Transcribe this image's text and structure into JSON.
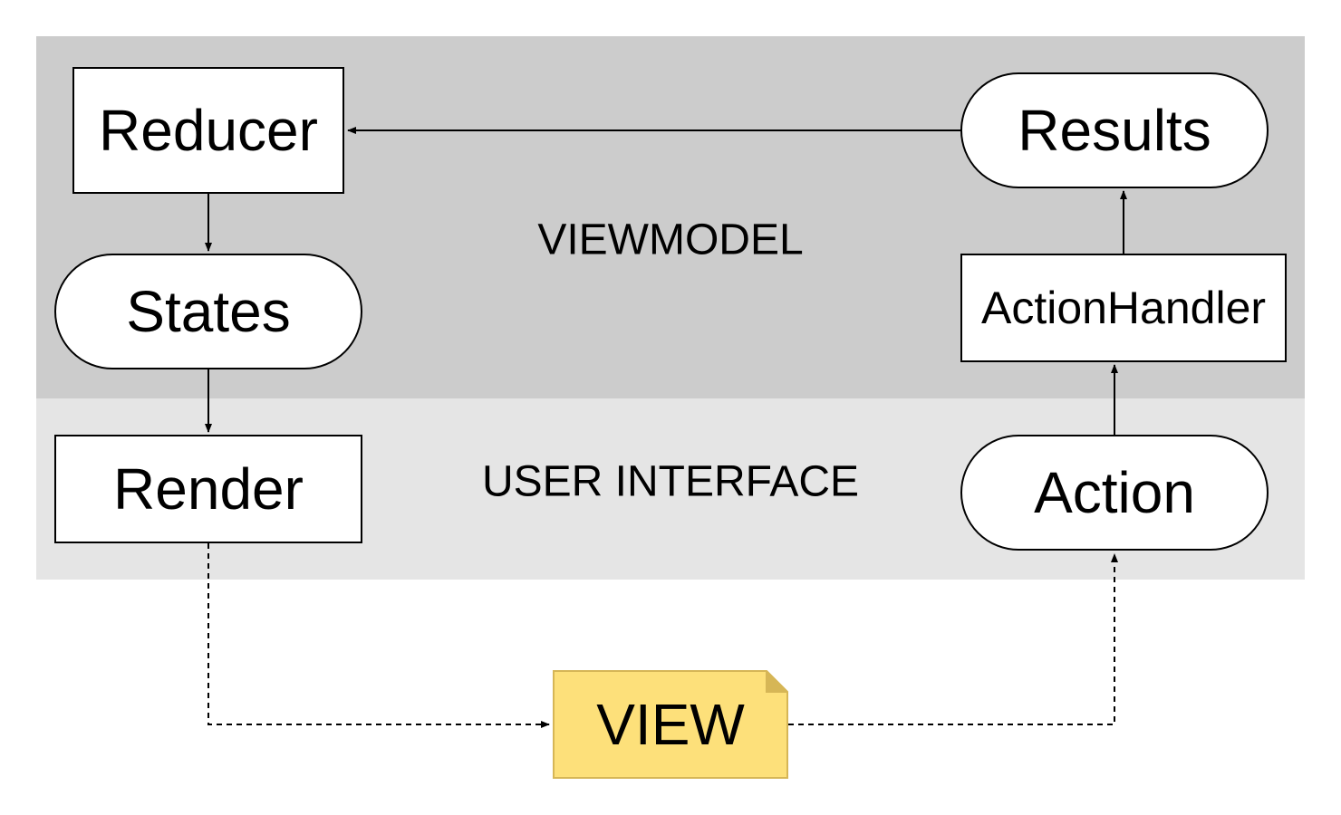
{
  "regions": {
    "viewmodel": {
      "label": "VIEWMODEL",
      "color": "#cccccc"
    },
    "user_interface": {
      "label": "USER INTERFACE",
      "color": "#e5e5e5"
    }
  },
  "nodes": {
    "reducer": {
      "label": "Reducer",
      "shape": "rectangle"
    },
    "states": {
      "label": "States",
      "shape": "pill"
    },
    "render": {
      "label": "Render",
      "shape": "rectangle"
    },
    "results": {
      "label": "Results",
      "shape": "pill"
    },
    "action_handler": {
      "label": "ActionHandler",
      "shape": "rectangle"
    },
    "action": {
      "label": "Action",
      "shape": "pill"
    },
    "view": {
      "label": "VIEW",
      "shape": "note",
      "fill": "#fde07a",
      "border": "#d6b656"
    }
  },
  "edges": [
    {
      "from": "results",
      "to": "reducer",
      "style": "solid"
    },
    {
      "from": "reducer",
      "to": "states",
      "style": "solid"
    },
    {
      "from": "states",
      "to": "render",
      "style": "solid"
    },
    {
      "from": "render",
      "to": "view",
      "style": "dashed"
    },
    {
      "from": "view",
      "to": "action",
      "style": "dashed"
    },
    {
      "from": "action",
      "to": "action_handler",
      "style": "solid"
    },
    {
      "from": "action_handler",
      "to": "results",
      "style": "solid"
    }
  ]
}
